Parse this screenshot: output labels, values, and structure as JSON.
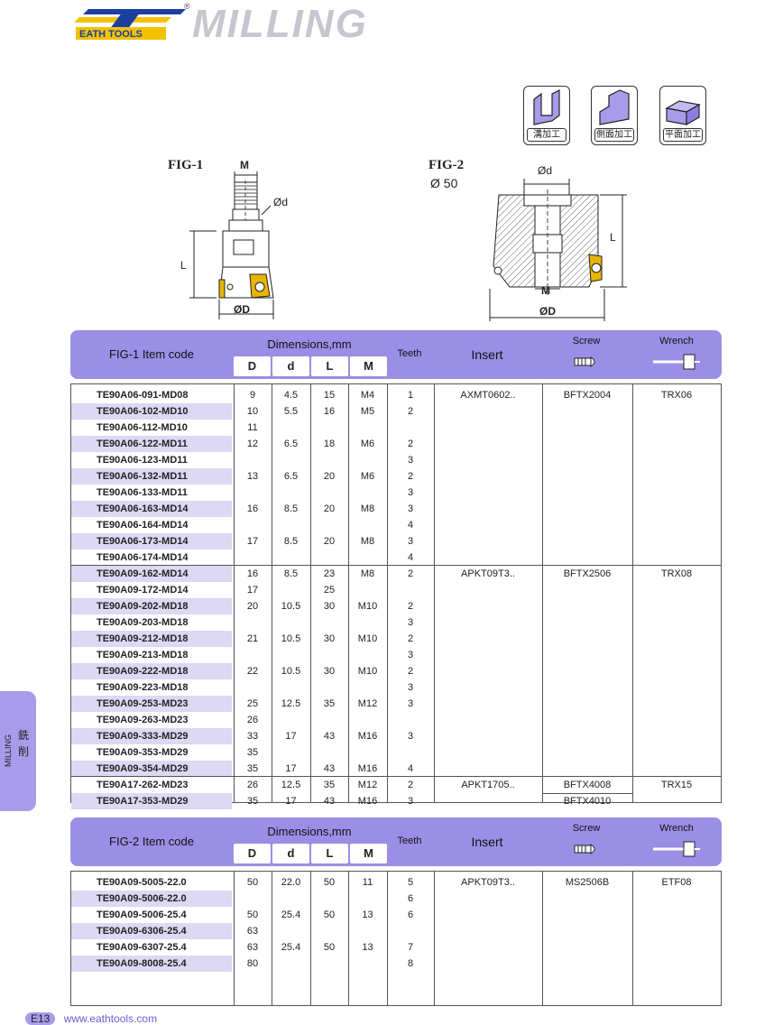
{
  "brand": {
    "logo_text": "EATH TOOLS",
    "registered": "®",
    "section_title": "MILLING"
  },
  "operations": [
    {
      "icon": "slot-milling-icon",
      "label": "溝加工"
    },
    {
      "icon": "side-milling-icon",
      "label": "側面加工"
    },
    {
      "icon": "face-milling-icon",
      "label": "平面加工"
    }
  ],
  "fig1": {
    "title": "FIG-1",
    "labels": {
      "M": "M",
      "d": "Ød",
      "L": "L",
      "D": "ØD"
    }
  },
  "fig2": {
    "title": "FIG-2",
    "subtitle": "Ø 50",
    "labels": {
      "d": "Ød",
      "L": "L",
      "M": "M",
      "D": "ØD"
    }
  },
  "table1": {
    "header": {
      "item_code": "FIG-1 Item code",
      "dimensions": "Dimensions,mm",
      "dims": [
        "D",
        "d",
        "L",
        "M"
      ],
      "teeth": "Teeth",
      "insert": "Insert",
      "screw": "Screw",
      "wrench": "Wrench"
    },
    "rows": [
      [
        "TE90A06-091-MD08",
        "9",
        "4.5",
        "15",
        "M4",
        "1"
      ],
      [
        "TE90A06-102-MD10",
        "10",
        "5.5",
        "16",
        "M5",
        "2"
      ],
      [
        "TE90A06-112-MD10",
        "11",
        "",
        "",
        "",
        ""
      ],
      [
        "TE90A06-122-MD11",
        "12",
        "6.5",
        "18",
        "M6",
        "2"
      ],
      [
        "TE90A06-123-MD11",
        "",
        "",
        "",
        "",
        "3"
      ],
      [
        "TE90A06-132-MD11",
        "13",
        "6.5",
        "20",
        "M6",
        "2"
      ],
      [
        "TE90A06-133-MD11",
        "",
        "",
        "",
        "",
        "3"
      ],
      [
        "TE90A06-163-MD14",
        "16",
        "8.5",
        "20",
        "M8",
        "3"
      ],
      [
        "TE90A06-164-MD14",
        "",
        "",
        "",
        "",
        "4"
      ],
      [
        "TE90A06-173-MD14",
        "17",
        "8.5",
        "20",
        "M8",
        "3"
      ],
      [
        "TE90A06-174-MD14",
        "",
        "",
        "",
        "",
        "4"
      ],
      [
        "TE90A09-162-MD14",
        "16",
        "8.5",
        "23",
        "M8",
        "2"
      ],
      [
        "TE90A09-172-MD14",
        "17",
        "",
        "25",
        "",
        ""
      ],
      [
        "TE90A09-202-MD18",
        "20",
        "10.5",
        "30",
        "M10",
        "2"
      ],
      [
        "TE90A09-203-MD18",
        "",
        "",
        "",
        "",
        "3"
      ],
      [
        "TE90A09-212-MD18",
        "21",
        "10.5",
        "30",
        "M10",
        "2"
      ],
      [
        "TE90A09-213-MD18",
        "",
        "",
        "",
        "",
        "3"
      ],
      [
        "TE90A09-222-MD18",
        "22",
        "10.5",
        "30",
        "M10",
        "2"
      ],
      [
        "TE90A09-223-MD18",
        "",
        "",
        "",
        "",
        "3"
      ],
      [
        "TE90A09-253-MD23",
        "25",
        "12.5",
        "35",
        "M12",
        "3"
      ],
      [
        "TE90A09-263-MD23",
        "26",
        "",
        "",
        "",
        ""
      ],
      [
        "TE90A09-333-MD29",
        "33",
        "17",
        "43",
        "M16",
        "3"
      ],
      [
        "TE90A09-353-MD29",
        "35",
        "",
        "",
        "",
        ""
      ],
      [
        "TE90A09-354-MD29",
        "35",
        "17",
        "43",
        "M16",
        "4"
      ],
      [
        "TE90A17-262-MD23",
        "26",
        "12.5",
        "35",
        "M12",
        "2"
      ],
      [
        "TE90A17-353-MD29",
        "35",
        "17",
        "43",
        "M16",
        "3"
      ]
    ],
    "groups": [
      {
        "insert": "AXMT0602..",
        "screw": "BFTX2004",
        "wrench": "TRX06"
      },
      {
        "insert": "APKT09T3..",
        "screw": "BFTX2506",
        "wrench": "TRX08"
      },
      {
        "insert": "APKT1705..",
        "screw": "BFTX4008",
        "screw2": "BFTX4010",
        "wrench": "TRX15"
      }
    ]
  },
  "table2": {
    "header": {
      "item_code": "FIG-2 Item code",
      "dimensions": "Dimensions,mm",
      "dims": [
        "D",
        "d",
        "L",
        "M"
      ],
      "teeth": "Teeth",
      "insert": "Insert",
      "screw": "Screw",
      "wrench": "Wrench"
    },
    "rows": [
      [
        "TE90A09-5005-22.0",
        "50",
        "22.0",
        "50",
        "11",
        "5"
      ],
      [
        "TE90A09-5006-22.0",
        "",
        "",
        "",
        "",
        "6"
      ],
      [
        "TE90A09-5006-25.4",
        "50",
        "25.4",
        "50",
        "13",
        "6"
      ],
      [
        "TE90A09-6306-25.4",
        "63",
        "",
        "",
        "",
        ""
      ],
      [
        "TE90A09-6307-25.4",
        "63",
        "25.4",
        "50",
        "13",
        "7"
      ],
      [
        "TE90A09-8008-25.4",
        "80",
        "",
        "",
        "",
        "8"
      ]
    ],
    "group": {
      "insert": "APKT09T3..",
      "screw": "MS2506B",
      "wrench": "ETF08"
    }
  },
  "side_tab": {
    "en": "MILLING",
    "zh": "銑削"
  },
  "footer": {
    "page": "E13",
    "url": "www.eathtools.com"
  },
  "colors": {
    "accent": "#9b8ee6",
    "alt_row": "#ddd8f4",
    "insert_gold": "#e7b400"
  }
}
